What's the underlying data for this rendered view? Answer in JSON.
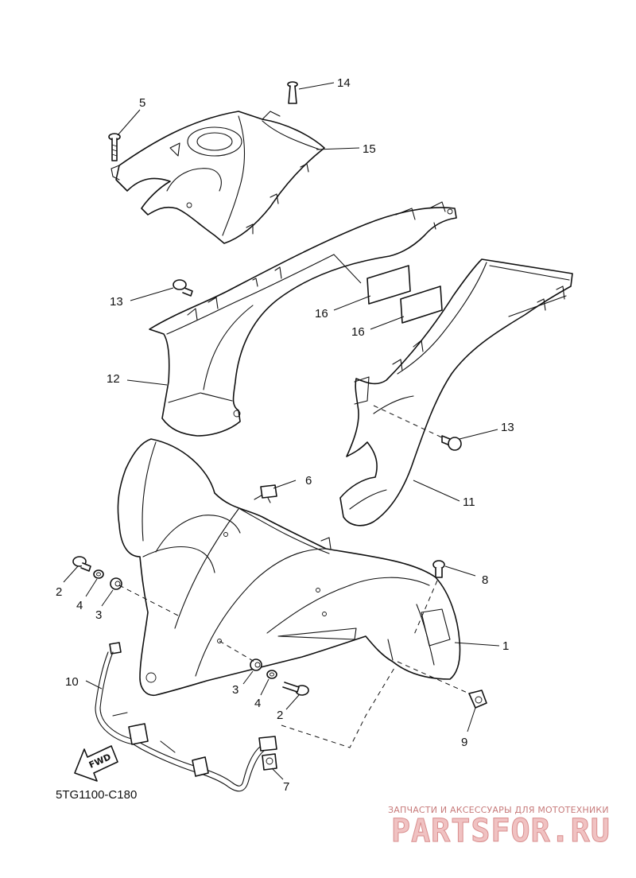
{
  "diagram": {
    "callouts": [
      {
        "id": "c1",
        "label": "1"
      },
      {
        "id": "c2a",
        "label": "2"
      },
      {
        "id": "c2b",
        "label": "2"
      },
      {
        "id": "c3a",
        "label": "3"
      },
      {
        "id": "c3b",
        "label": "3"
      },
      {
        "id": "c4a",
        "label": "4"
      },
      {
        "id": "c4b",
        "label": "4"
      },
      {
        "id": "c5",
        "label": "5"
      },
      {
        "id": "c6",
        "label": "6"
      },
      {
        "id": "c7",
        "label": "7"
      },
      {
        "id": "c8",
        "label": "8"
      },
      {
        "id": "c9",
        "label": "9"
      },
      {
        "id": "c10",
        "label": "10"
      },
      {
        "id": "c11",
        "label": "11"
      },
      {
        "id": "c12",
        "label": "12"
      },
      {
        "id": "c13a",
        "label": "13"
      },
      {
        "id": "c13b",
        "label": "13"
      },
      {
        "id": "c14",
        "label": "14"
      },
      {
        "id": "c15",
        "label": "15"
      },
      {
        "id": "c16a",
        "label": "16"
      },
      {
        "id": "c16b",
        "label": "16"
      }
    ],
    "fwd_label": "FWD",
    "drawing_code": "5TG1100-C180"
  },
  "watermark": {
    "tagline": "ЗАПЧАСТИ И АКСЕССУАРЫ ДЛЯ МОТОТЕХНИКИ",
    "logo_text": "PARTSFOR.RU"
  },
  "colors": {
    "line": "#111111",
    "watermark": "#d98e8e"
  }
}
